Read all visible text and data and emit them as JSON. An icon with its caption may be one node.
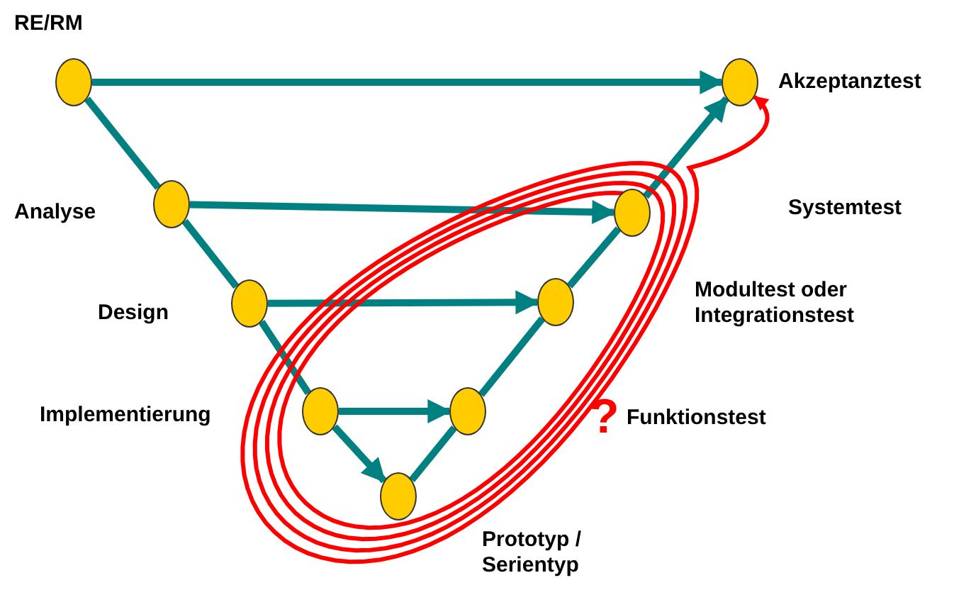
{
  "diagram": {
    "nodes": [
      {
        "text": [],
        "shape": "circle",
        "beside": [
          "RE/RM"
        ]
      },
      {
        "text": [],
        "shape": "circle",
        "beside": [
          "Analyse"
        ]
      },
      {
        "text": [],
        "shape": "circle",
        "beside": [
          "Design"
        ]
      },
      {
        "text": [],
        "shape": "circle"
      },
      {
        "text": [],
        "shape": "circle",
        "beside": [
          "Prototyp / Serientyp"
        ]
      },
      {
        "text": [],
        "shape": "circle"
      },
      {
        "text": [],
        "shape": "circle"
      },
      {
        "text": [],
        "shape": "circle"
      },
      {
        "text": [],
        "shape": "circle",
        "beside": [
          "Akzeptanztest"
        ]
      }
    ],
    "edges": [
      {
        "from": 0,
        "to": 8,
        "arrow": "to"
      },
      {
        "from": 1,
        "to": 7,
        "arrow": "to"
      },
      {
        "from": 2,
        "to": 6,
        "arrow": "to"
      },
      {
        "from": 3,
        "to": 5,
        "arrow": "to"
      },
      {
        "from": 0,
        "to": 1,
        "arrow": "none"
      },
      {
        "from": 1,
        "to": 2,
        "arrow": "none"
      },
      {
        "from": 2,
        "to": 3,
        "arrow": "none"
      },
      {
        "from": 3,
        "to": 4,
        "arrow": "to"
      },
      {
        "from": 4,
        "to": 5,
        "arrow": "none"
      },
      {
        "from": 5,
        "to": 6,
        "arrow": "none"
      },
      {
        "from": 6,
        "to": 7,
        "arrow": "none"
      },
      {
        "from": 7,
        "to": 8,
        "arrow": "to"
      },
      {
        "from": 7,
        "to": 8,
        "arrow": "to",
        "color": "#ff0000"
      }
    ],
    "labels": [
      "Systemtest",
      "Modultest oder Integrationstest",
      "Implementierung",
      "?",
      "Funktionstest"
    ]
  }
}
